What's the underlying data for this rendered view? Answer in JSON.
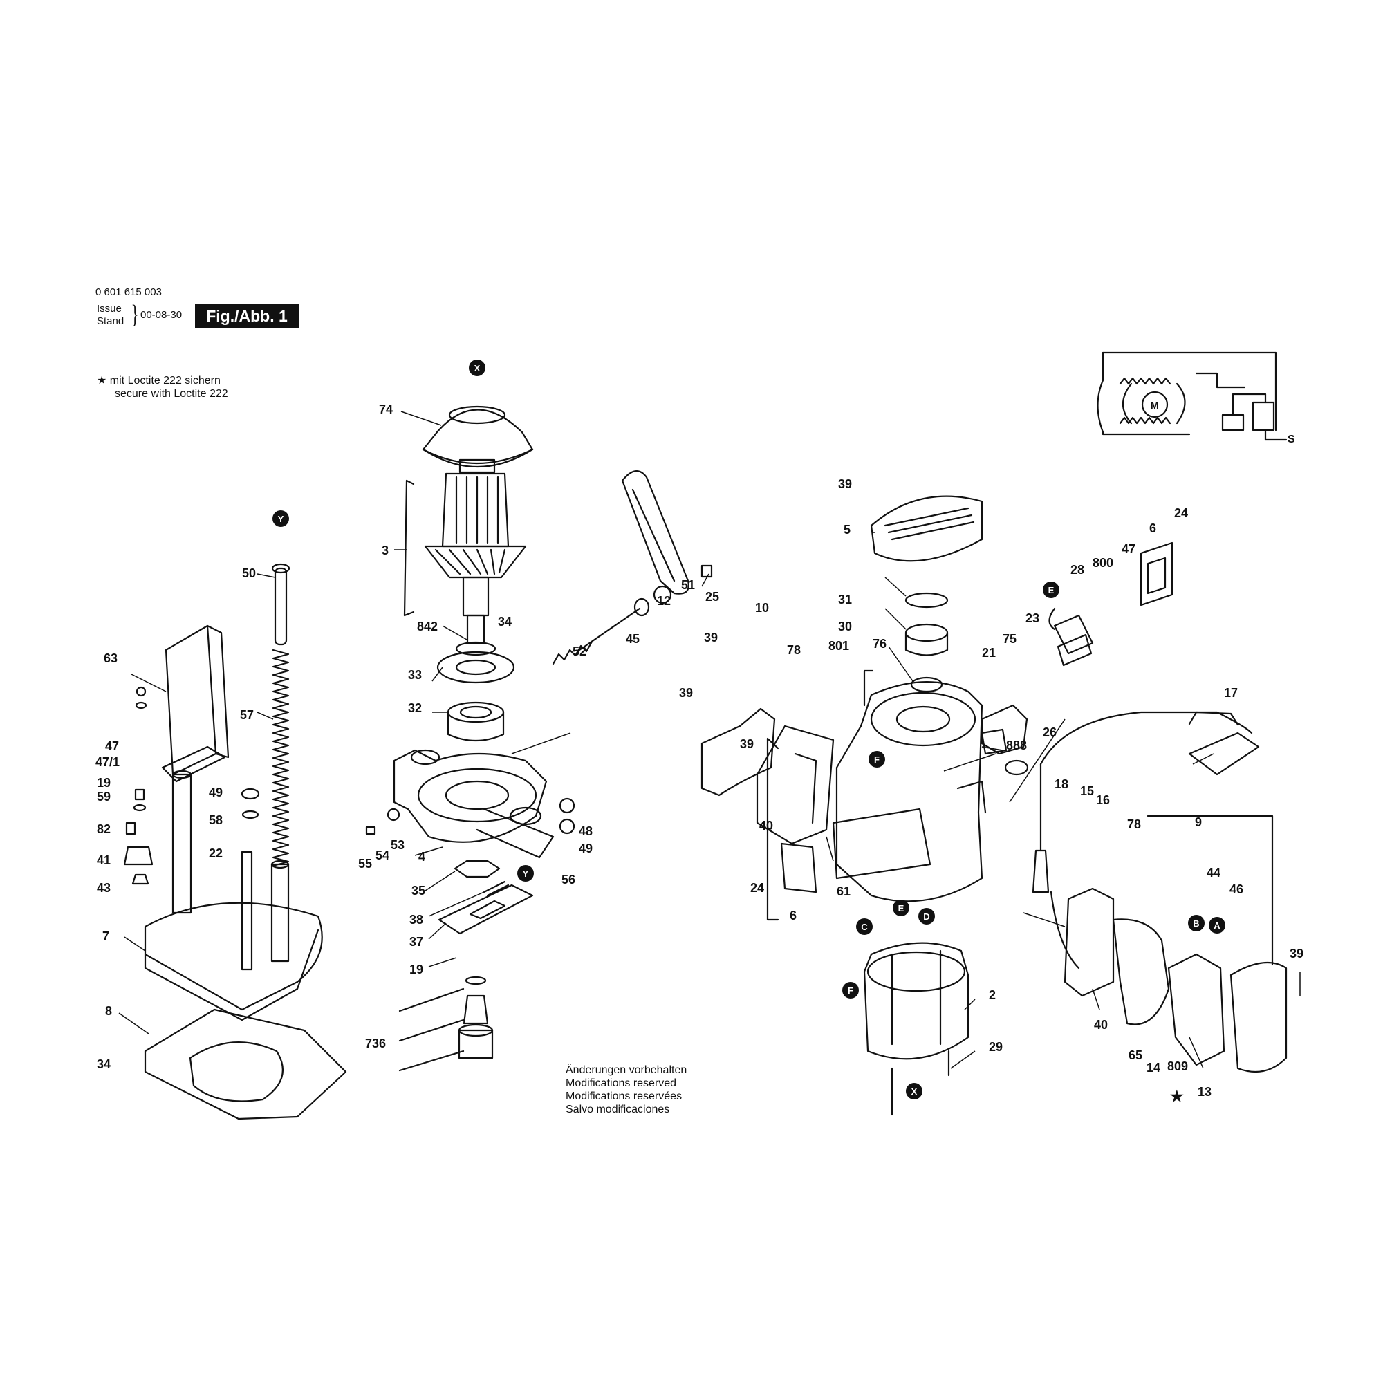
{
  "header": {
    "part_number": "0 601 615 003",
    "issue": "Issue",
    "stand": "Stand",
    "date": "00-08-30",
    "figure": "Fig./Abb. 1"
  },
  "note": {
    "star": "★",
    "line1": "mit Loctite 222 sichern",
    "line2": "secure with Loctite 222"
  },
  "modifications": [
    "Änderungen vorbehalten",
    "Modifications reserved",
    "Modifications reservées",
    "Salvo modificaciones"
  ],
  "part_labels": [
    "74",
    "3",
    "842",
    "34",
    "33",
    "32",
    "25",
    "51",
    "45",
    "12",
    "52",
    "50",
    "57",
    "63",
    "47",
    "47/1",
    "19",
    "59",
    "82",
    "41",
    "43",
    "49",
    "58",
    "22",
    "7",
    "8",
    "34",
    "4",
    "53",
    "54",
    "55",
    "35",
    "38",
    "37",
    "19",
    "736",
    "48",
    "49",
    "56",
    "39",
    "5",
    "31",
    "30",
    "76",
    "801",
    "39",
    "10",
    "78",
    "39",
    "39",
    "40",
    "24",
    "6",
    "61",
    "888",
    "21",
    "75",
    "23",
    "28",
    "800",
    "47",
    "6",
    "24",
    "26",
    "17",
    "18",
    "15",
    "16",
    "78",
    "9",
    "44",
    "46",
    "39",
    "40",
    "65",
    "14",
    "809",
    "13",
    "2",
    "29"
  ],
  "connection_markers": [
    "X",
    "Y",
    "Y",
    "E",
    "F",
    "C",
    "E",
    "D",
    "F",
    "B",
    "A",
    "X"
  ],
  "schematic": {
    "motor_symbol": "M",
    "switch_symbol": "S"
  },
  "footnote_star": "★"
}
